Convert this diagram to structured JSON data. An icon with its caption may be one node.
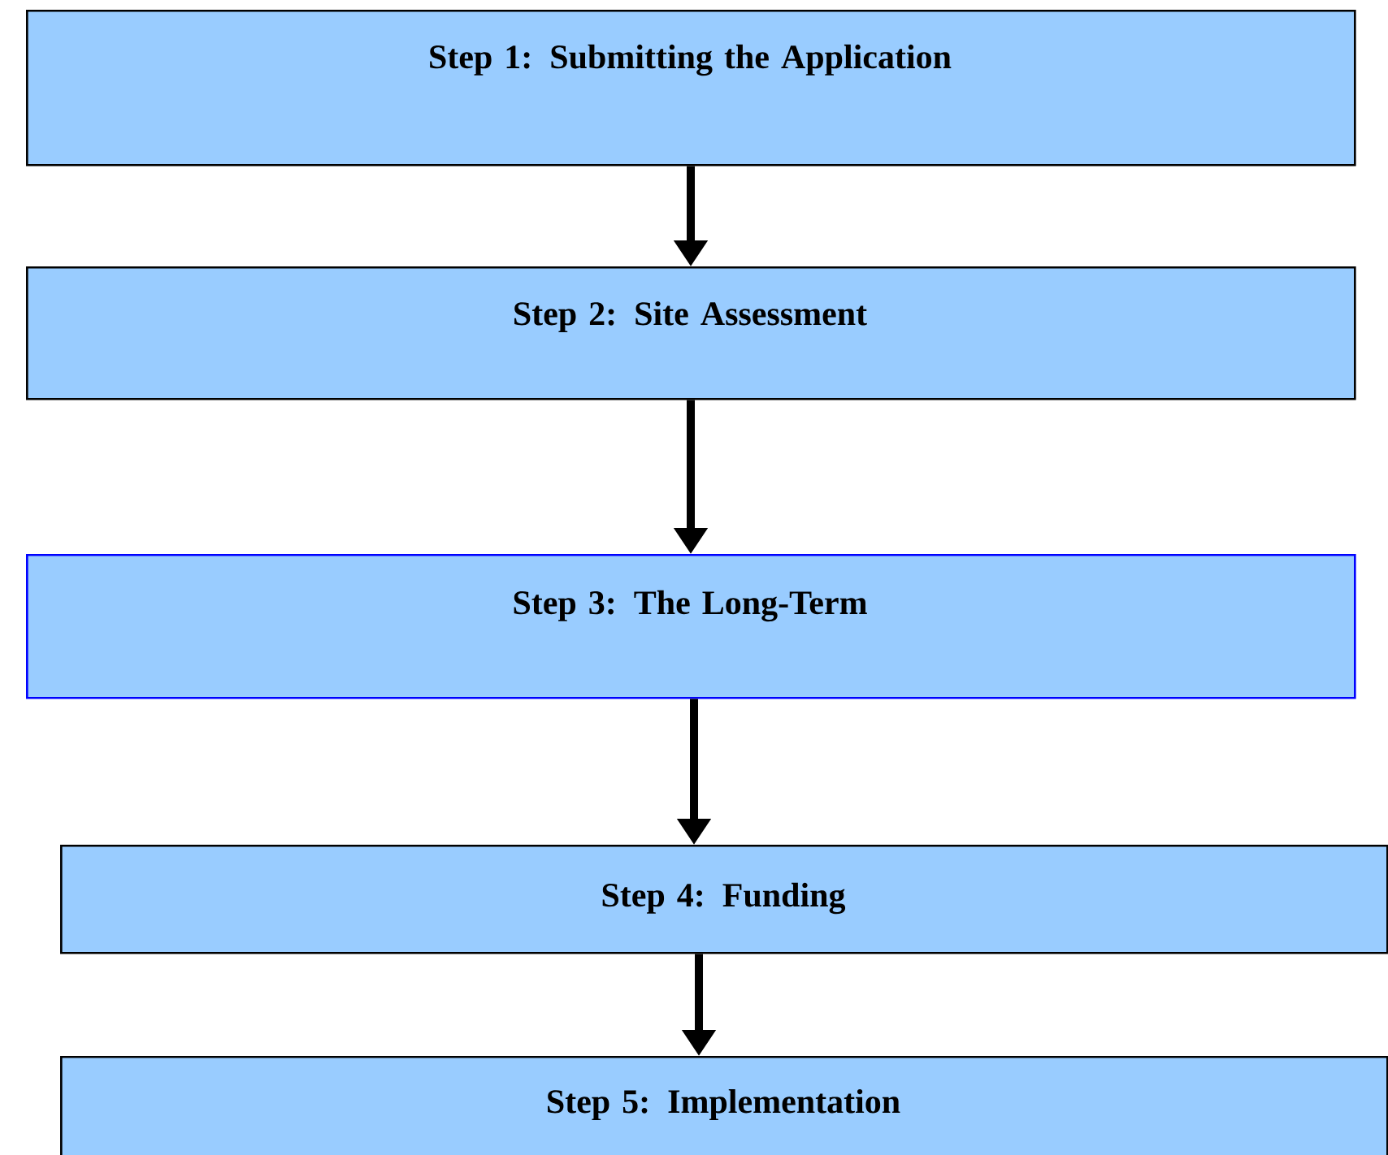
{
  "diagram": {
    "nodes": [
      {
        "text": [
          "Step 1: Submitting the Application"
        ]
      },
      {
        "text": [
          "Step 2: Site Assessment"
        ]
      },
      {
        "text": [
          "Step 3: The Long-Term"
        ]
      },
      {
        "text": [
          "Step 4: Funding"
        ]
      },
      {
        "text": [
          "Step 5: Implementation"
        ]
      }
    ],
    "edges": [
      {
        "from": 0,
        "to": 1,
        "arrow": "to"
      },
      {
        "from": 1,
        "to": 2,
        "arrow": "to"
      },
      {
        "from": 2,
        "to": 3,
        "arrow": "to"
      },
      {
        "from": 3,
        "to": 4,
        "arrow": "to"
      }
    ]
  }
}
